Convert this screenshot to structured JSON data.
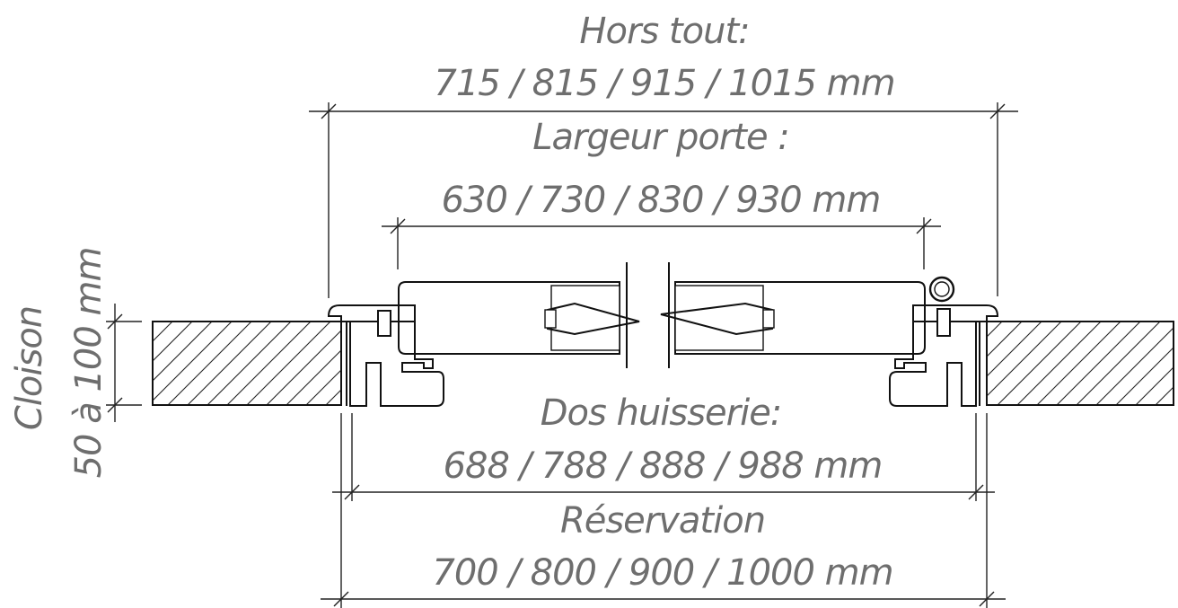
{
  "dimensions": {
    "hors_tout": {
      "title": "Hors tout:",
      "values": "715 / 815 / 915 / 1015 mm"
    },
    "largeur_porte": {
      "title": "Largeur porte :",
      "values": "630 / 730 / 830 / 930 mm"
    },
    "dos_huisserie": {
      "title": "Dos huisserie:",
      "values": "688 / 788 / 888 / 988 mm"
    },
    "reservation": {
      "title": "Réservation",
      "values": "700 / 800 / 900 / 1000 mm"
    },
    "cloison": {
      "title": "Cloison",
      "values": "50 à 100 mm"
    }
  },
  "colors": {
    "label": "#6e6e6e",
    "line": "#222222"
  }
}
